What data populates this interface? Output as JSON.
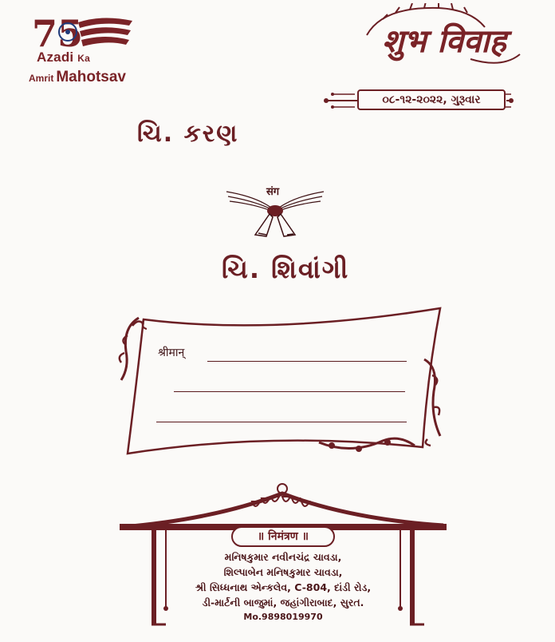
{
  "logo": {
    "number": "75",
    "line1_a": "Azadi",
    "line1_b": "Ka",
    "line2_a": "Amrit",
    "line2_b": "Mahotsav"
  },
  "header": {
    "title": "शुभ विवाह",
    "date": "૦૮-૧૨-૨૦૨૨, ગુરૂવાર"
  },
  "couple": {
    "groom": "ચિ. કરણ",
    "sang": "संग",
    "bride": "ચિ. શિવાંગી"
  },
  "address_card": {
    "salutation": "श्रीमान्"
  },
  "invitation": {
    "label": "॥ निमंत्रण ॥",
    "lines": [
      "મનિષકુમાર નવીનચંદ્ર ચાવડા,",
      "શિલ્પાબેન મનિષકુમાર ચાવડા,",
      "શ્રી સિધ્ધનાથ એન્કલેવ, C-804, દાંડી રોડ,",
      "ડી-માર્ટની બાજુમાં, જહાંગીરાબાદ, સુરત."
    ],
    "mobile": "Mo.9898019970"
  },
  "colors": {
    "maroon": "#6b1f24",
    "dark": "#4a1518",
    "paper": "#fbfaf8"
  }
}
